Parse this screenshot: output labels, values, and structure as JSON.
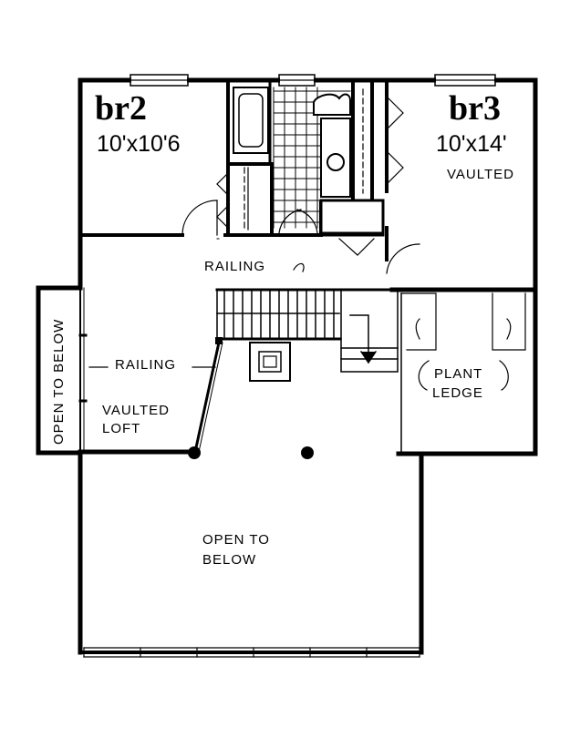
{
  "rooms": {
    "br2": {
      "name": "br2",
      "dimensions": "10'x10'6"
    },
    "br3": {
      "name": "br3",
      "dimensions": "10'x14'",
      "note": "VAULTED"
    }
  },
  "labels": {
    "railing_top": "RAILING",
    "railing_left": "RAILING",
    "open_to_below_side": "OPEN TO BELOW",
    "vaulted_loft_1": "VAULTED",
    "vaulted_loft_2": "LOFT",
    "plant_ledge_1": "PLANT",
    "plant_ledge_2": "LEDGE",
    "open_to_below_1": "OPEN TO",
    "open_to_below_2": "BELOW"
  }
}
